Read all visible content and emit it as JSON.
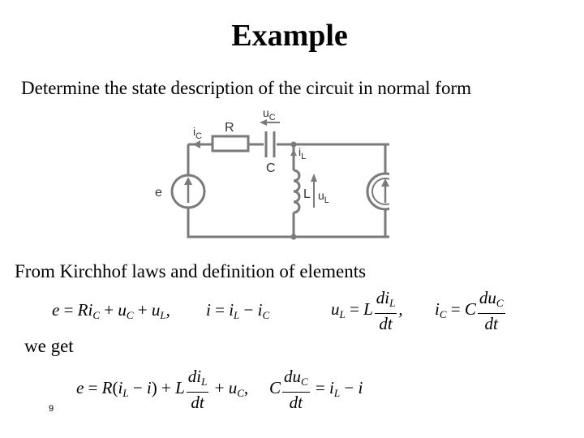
{
  "slide": {
    "title": "Example",
    "subtitle": "Determine the state description of the circuit in normal form",
    "kirchhoff_text": "From Kirchhof laws and definition of elements",
    "we_get_text": "we get",
    "page_number": "9"
  },
  "circuit": {
    "label_ic": "iC",
    "label_R": "R",
    "label_uc": "uC",
    "label_C": "C",
    "label_iL": "iL",
    "label_L": "L",
    "label_uL": "uL",
    "label_e": "e",
    "wire_color": "#7a7a7a"
  },
  "equations": {
    "eq1_lhs": "e",
    "eq1_rhs_1": "Ri",
    "eq1_rhs_1_sub": "C",
    "eq1_rhs_2": "u",
    "eq1_rhs_2_sub": "C",
    "eq1_rhs_3": "u",
    "eq1_rhs_3_sub": "L",
    "eq2_lhs": "i",
    "eq2_rhs_1": "i",
    "eq2_rhs_1_sub": "L",
    "eq2_rhs_2": "i",
    "eq2_rhs_2_sub": "C",
    "eq3_lhs": "u",
    "eq3_lhs_sub": "L",
    "eq3_coeff": "L",
    "eq3_num": "di",
    "eq3_num_sub": "L",
    "eq3_den": "dt",
    "eq4_lhs": "i",
    "eq4_lhs_sub": "C",
    "eq4_coeff": "C",
    "eq4_num": "du",
    "eq4_num_sub": "C",
    "eq4_den": "dt",
    "res1_lhs": "e",
    "res1_R": "R",
    "res1_iL": "i",
    "res1_iL_sub": "L",
    "res1_i": "i",
    "res1_coeff": "L",
    "res1_num": "di",
    "res1_num_sub": "L",
    "res1_den": "dt",
    "res1_u": "u",
    "res1_u_sub": "C",
    "res2_coeff": "C",
    "res2_num": "du",
    "res2_num_sub": "C",
    "res2_den": "dt",
    "res2_iL": "i",
    "res2_iL_sub": "L",
    "res2_i": "i"
  }
}
